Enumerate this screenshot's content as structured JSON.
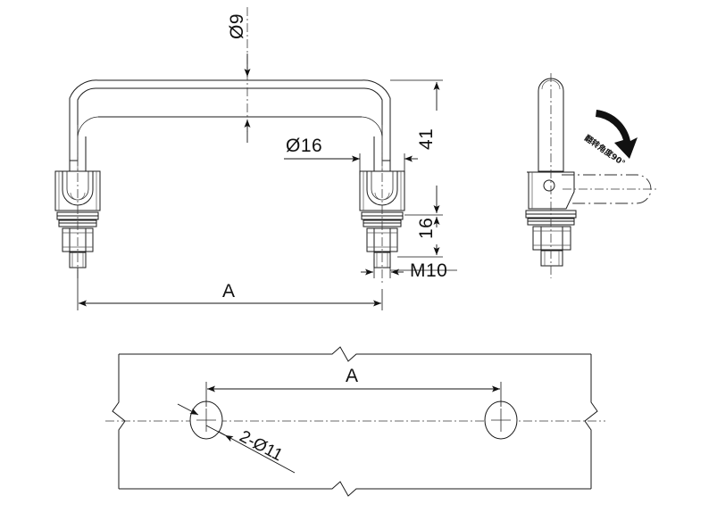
{
  "drawing": {
    "title": "Handle assembly technical drawing",
    "background_color": "#ffffff",
    "line_color": "#1a1a1a",
    "views": {
      "front": {
        "name": "front-elevation-view",
        "description": "U-shaped tubular handle with two mounting legs, brackets, washers and hex nuts"
      },
      "side": {
        "name": "side-elevation-view",
        "description": "Side view of single leg with rotating arm shown in phantom lines"
      },
      "plate": {
        "name": "mounting-plate-plan-view",
        "description": "Plan view of mounting plate with two drilled holes and break lines"
      }
    },
    "dimensions": {
      "tube_diameter": "Ø9",
      "bracket_diameter": "Ø16",
      "height_total": "41",
      "height_lower": "16",
      "thread": "M10",
      "span_front": "A",
      "span_plate": "A",
      "holes": "2-Ø11"
    },
    "annotations": {
      "rotation_note": "翻转角度90°",
      "rotation_note_meaning": "rotation angle 90 degrees"
    }
  }
}
